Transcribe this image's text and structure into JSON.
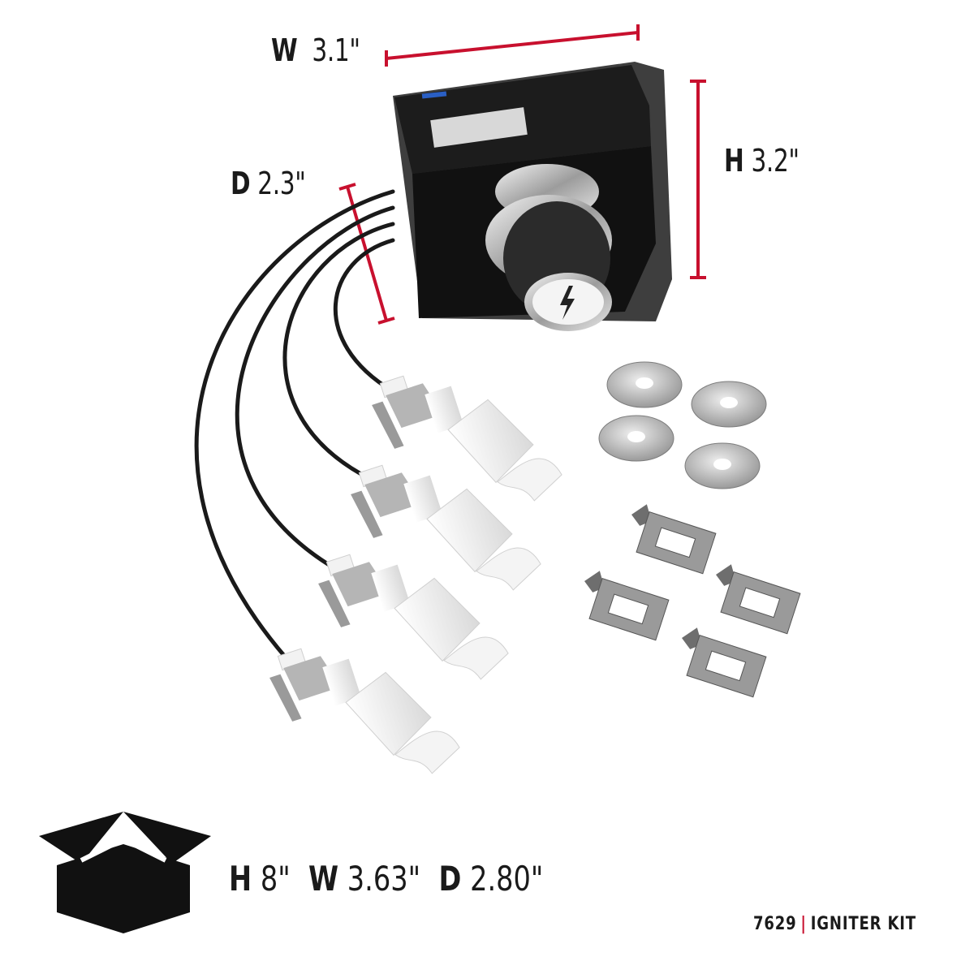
{
  "dimensions": {
    "width": {
      "letter": "W",
      "value": "3.1\""
    },
    "height": {
      "letter": "H",
      "value": "3.2\""
    },
    "depth": {
      "letter": "D",
      "value": "2.3\""
    }
  },
  "package": {
    "height": {
      "letter": "H",
      "value": "8\""
    },
    "width": {
      "letter": "W",
      "value": "3.63\""
    },
    "depth": {
      "letter": "D",
      "value": "2.80\""
    }
  },
  "footer": {
    "model": "7629",
    "separator": "|",
    "product": "IGNITER KIT"
  },
  "icons": {
    "box": "open-box-icon",
    "button": "lightning-bolt-icon"
  },
  "colors": {
    "accent": "#c8102e",
    "text": "#1a1a1a",
    "module": "#1c1c1c",
    "electrode": "#f2f2f2",
    "metal": "#9a9a9a"
  },
  "parts": {
    "electrodes": 4,
    "washers": 4,
    "clips": 4
  }
}
